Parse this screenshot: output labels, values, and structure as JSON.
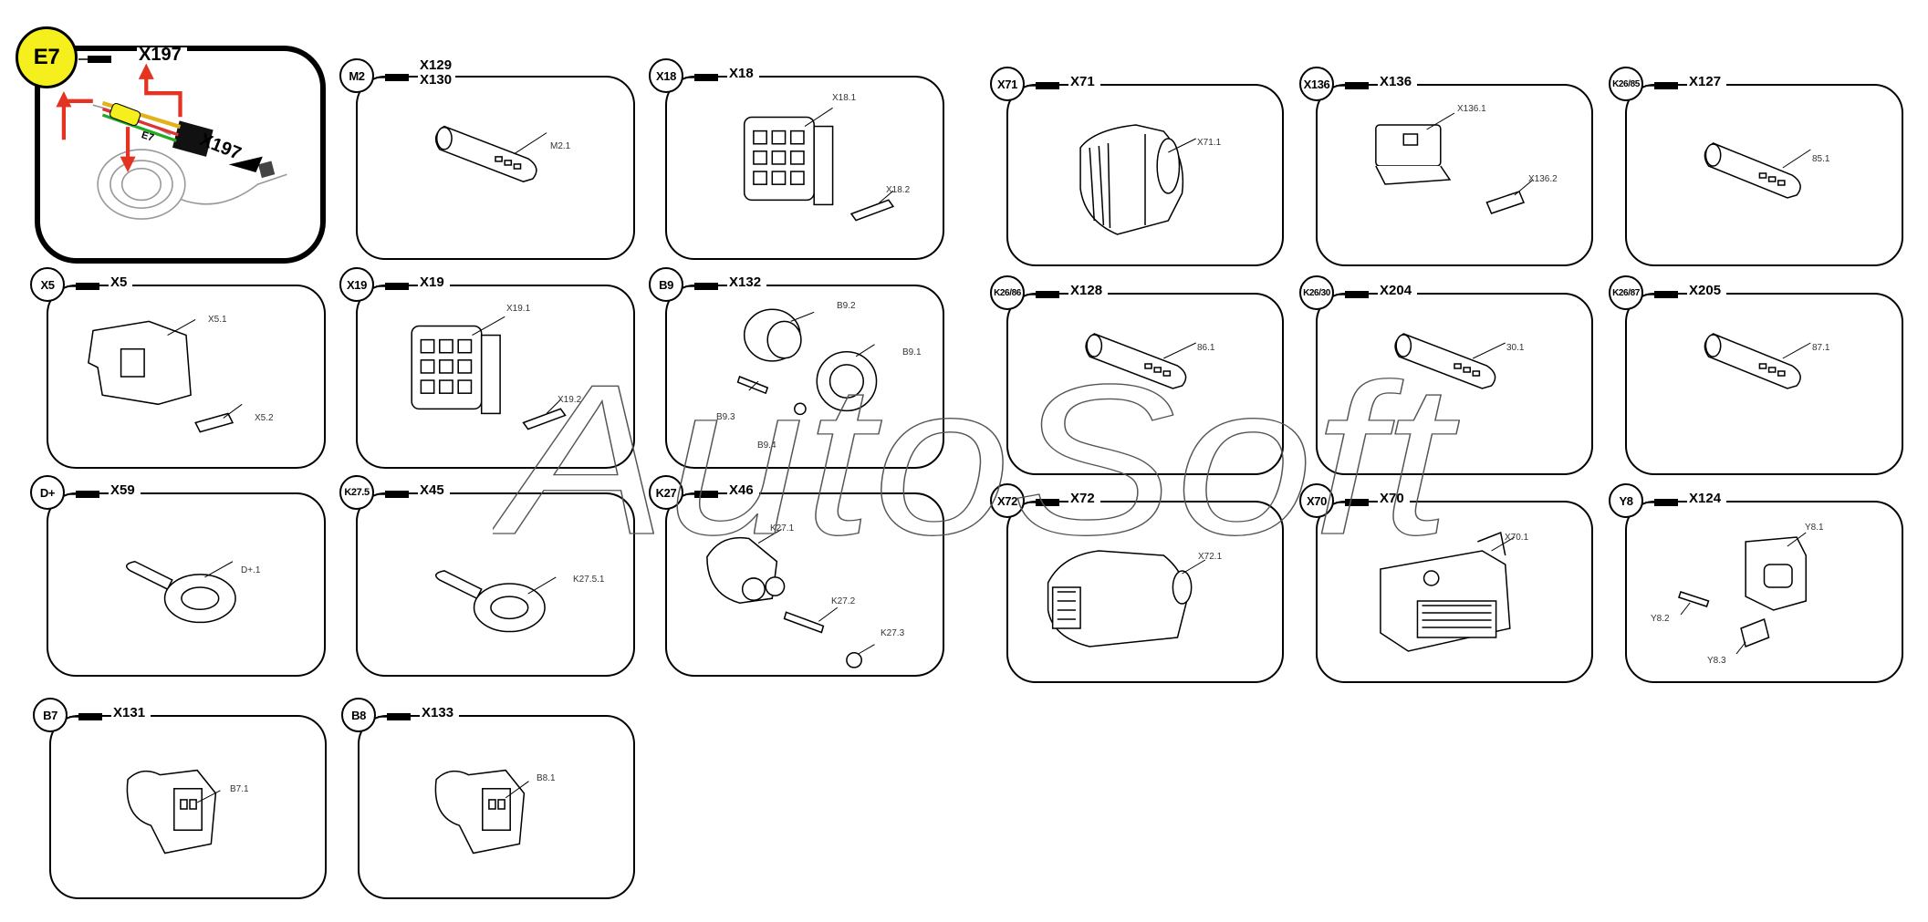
{
  "cards": [
    {
      "pos": "M2",
      "codes": [
        "X129",
        "X130"
      ],
      "parts": [
        "M2.1"
      ]
    },
    {
      "pos": "X18",
      "codes": [
        "X18"
      ],
      "parts": [
        "X18.1",
        "X18.2"
      ]
    },
    {
      "pos": "X71",
      "codes": [
        "X71"
      ],
      "parts": [
        "X71.1"
      ]
    },
    {
      "pos": "X136",
      "codes": [
        "X136"
      ],
      "parts": [
        "X136.1",
        "X136.2"
      ]
    },
    {
      "pos": "K26/85",
      "codes": [
        "X127"
      ],
      "parts": [
        "85.1"
      ]
    },
    {
      "pos": "X5",
      "codes": [
        "X5"
      ],
      "parts": [
        "X5.1",
        "X5.2"
      ]
    },
    {
      "pos": "X19",
      "codes": [
        "X19"
      ],
      "parts": [
        "X19.1",
        "X19.2"
      ]
    },
    {
      "pos": "B9",
      "codes": [
        "X132"
      ],
      "parts": [
        "B9.2",
        "B9.1",
        "B9.3",
        "B9.4"
      ]
    },
    {
      "pos": "K26/86",
      "codes": [
        "X128"
      ],
      "parts": [
        "86.1"
      ]
    },
    {
      "pos": "K26/30",
      "codes": [
        "X204"
      ],
      "parts": [
        "30.1"
      ]
    },
    {
      "pos": "K26/87",
      "codes": [
        "X205"
      ],
      "parts": [
        "87.1"
      ]
    },
    {
      "pos": "D+",
      "codes": [
        "X59"
      ],
      "parts": [
        "D+.1"
      ]
    },
    {
      "pos": "K27.5",
      "codes": [
        "X45"
      ],
      "parts": [
        "K27.5.1"
      ]
    },
    {
      "pos": "K27",
      "codes": [
        "X46"
      ],
      "parts": [
        "K27.1",
        "K27.2",
        "K27.3"
      ]
    },
    {
      "pos": "X72",
      "codes": [
        "X72"
      ],
      "parts": [
        "X72.1"
      ]
    },
    {
      "pos": "X70",
      "codes": [
        "X70"
      ],
      "parts": [
        "X70.1"
      ]
    },
    {
      "pos": "Y8",
      "codes": [
        "X124"
      ],
      "parts": [
        "Y8.1",
        "Y8.2",
        "Y8.3"
      ]
    },
    {
      "pos": "B7",
      "codes": [
        "X131"
      ],
      "parts": [
        "B7.1"
      ]
    },
    {
      "pos": "B8",
      "codes": [
        "X133"
      ],
      "parts": [
        "B8.1"
      ]
    }
  ],
  "featured": {
    "pos": "E7",
    "code": "X197",
    "tag_label": "E7",
    "connector_label": "X197",
    "accent": "#f5ef1e",
    "arrow_color": "#e53322"
  },
  "watermark": "AutoSoft"
}
